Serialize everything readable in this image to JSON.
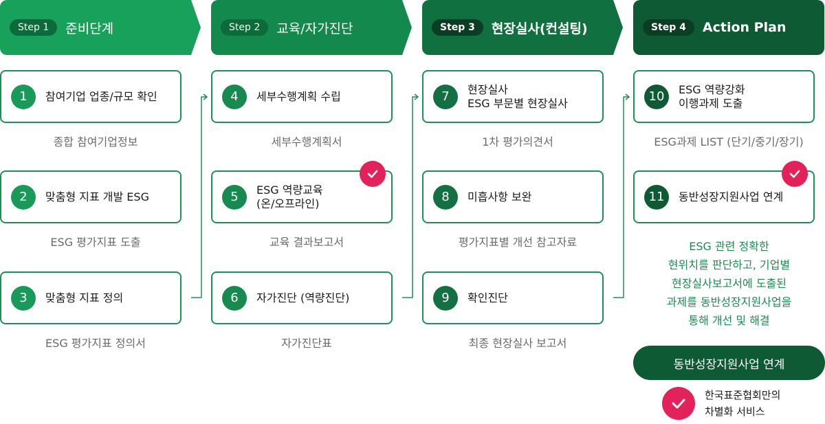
{
  "steps": [
    {
      "tag": "Step 1",
      "title": "준비단계"
    },
    {
      "tag": "Step 2",
      "title": "교육/자가진단"
    },
    {
      "tag": "Step 3",
      "title": "현장실사(컨설팅)"
    },
    {
      "tag": "Step 4",
      "title": "Action Plan"
    }
  ],
  "cards": [
    {
      "num": "1",
      "label": "참여기업 업종/규모 확인",
      "output": "종합 참여기업정보"
    },
    {
      "num": "2",
      "label": "맞춤형 지표 개발 ESG",
      "output": "ESG 평가지표 도출"
    },
    {
      "num": "3",
      "label": "맞춤형 지표 정의",
      "output": "ESG 평가지표 정의서"
    },
    {
      "num": "4",
      "label": "세부수행계획 수립",
      "output": "세부수행계획서"
    },
    {
      "num": "5",
      "label": "ESG 역량교육\n(온/오프라인)",
      "output": "교육 결과보고서"
    },
    {
      "num": "6",
      "label": "자가진단 (역량진단)",
      "output": "자가진단표"
    },
    {
      "num": "7",
      "label": "현장실사\nESG 부문별 현장실사",
      "output": "1차 평가의견서"
    },
    {
      "num": "8",
      "label": "미흡사항 보완",
      "output": "평가지표별 개선 참고자료"
    },
    {
      "num": "9",
      "label": "확인진단",
      "output": "최종 현장실사 보고서"
    },
    {
      "num": "10",
      "label": "ESG 역량강화\n이행과제 도출",
      "output": "ESG과제 LIST (단기/중기/장기)"
    },
    {
      "num": "11",
      "label": "동반성장지원사업 연계",
      "output": ""
    }
  ],
  "action_description": "ESG 관련 정확한\n현위치를 판단하고, 기업별\n현장실사보고서에 도출된\n과제를 동반성장지원사업을\n통해 개선 및 해결",
  "action_button": "동반성장지원사업 연계",
  "note": "한국표준협회만의\n차별화 서비스",
  "icons": {
    "check": "check-icon",
    "arrow": "arrow-right-icon"
  },
  "colors": {
    "step1": "#18a15b",
    "step2": "#13894d",
    "step3": "#10703f",
    "step4": "#0e5a34",
    "accent": "#e3215a"
  }
}
